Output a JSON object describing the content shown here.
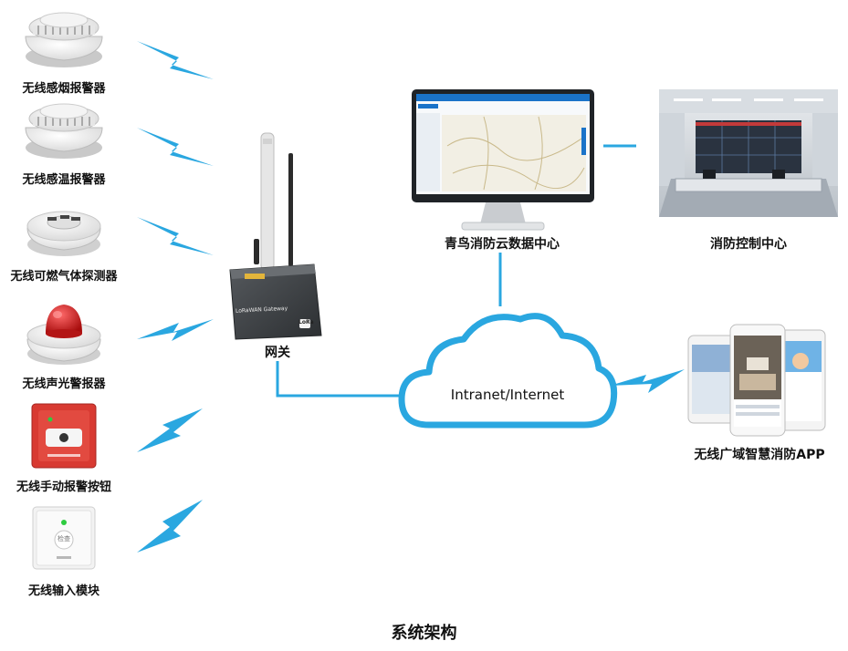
{
  "devices": [
    {
      "label": "无线感烟报警器",
      "icon": "smoke-detector-icon"
    },
    {
      "label": "无线感温报警器",
      "icon": "heat-detector-icon"
    },
    {
      "label": "无线可燃气体探测器",
      "icon": "gas-detector-icon"
    },
    {
      "label": "无线声光警报器",
      "icon": "alarm-light-icon"
    },
    {
      "label": "无线手动报警按钮",
      "icon": "manual-call-point-icon"
    },
    {
      "label": "无线输入模块",
      "icon": "input-module-icon"
    }
  ],
  "gateway": {
    "label": "网关",
    "device_text": "LoRaWAN Gateway",
    "badge": "LoRa"
  },
  "cloud_platform": {
    "label": "青鸟消防云数据中心"
  },
  "control_center": {
    "label": "消防控制中心"
  },
  "network": {
    "label": "Intranet/Internet"
  },
  "app": {
    "label": "无线广域智慧消防APP"
  },
  "input_module_button": "检查",
  "caption": "系统架构",
  "colors": {
    "accent": "#2aa7e0",
    "alarm_red": "#d42a2a",
    "gateway_body": "#3d4043"
  }
}
